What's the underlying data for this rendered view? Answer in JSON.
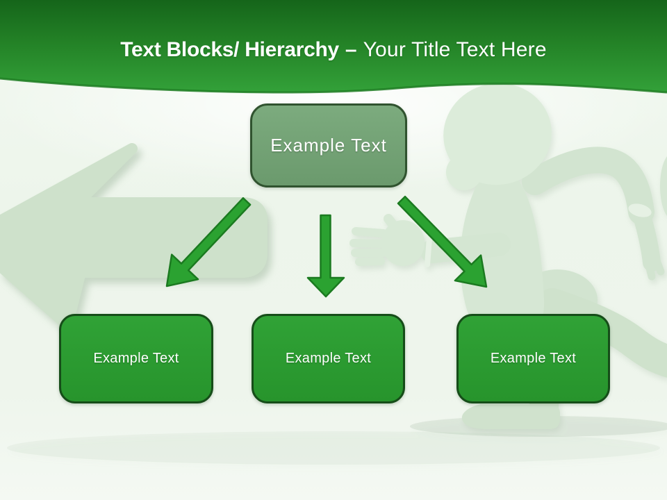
{
  "slide": {
    "header": {
      "title_bold": "Text Blocks/ Hierarchy",
      "title_separator": "–",
      "title_light": "Your Title Text Here"
    },
    "diagram": {
      "root": {
        "label": "Example Text"
      },
      "children": [
        {
          "label": "Example Text"
        },
        {
          "label": "Example Text"
        },
        {
          "label": "Example Text"
        }
      ]
    },
    "icons": {
      "watermarks": [
        "left-arrow-watermark",
        "running-figure-watermark"
      ],
      "connectors": [
        "down-left-arrow",
        "down-arrow",
        "down-right-arrow"
      ]
    },
    "colors": {
      "header_green_top": "#15651a",
      "header_green_bottom": "#33a139",
      "header_edge_line": "#1d7c22",
      "root_box_fill": "#73a173",
      "root_box_border": "#30532f",
      "child_box_fill": "#2b9a30",
      "child_box_border": "#164d19",
      "arrow_fill": "#2ba231",
      "arrow_stroke": "#1b7a20",
      "watermark_green": "#cee1cb",
      "background": "#eef5ec",
      "text": "#ffffff"
    }
  }
}
